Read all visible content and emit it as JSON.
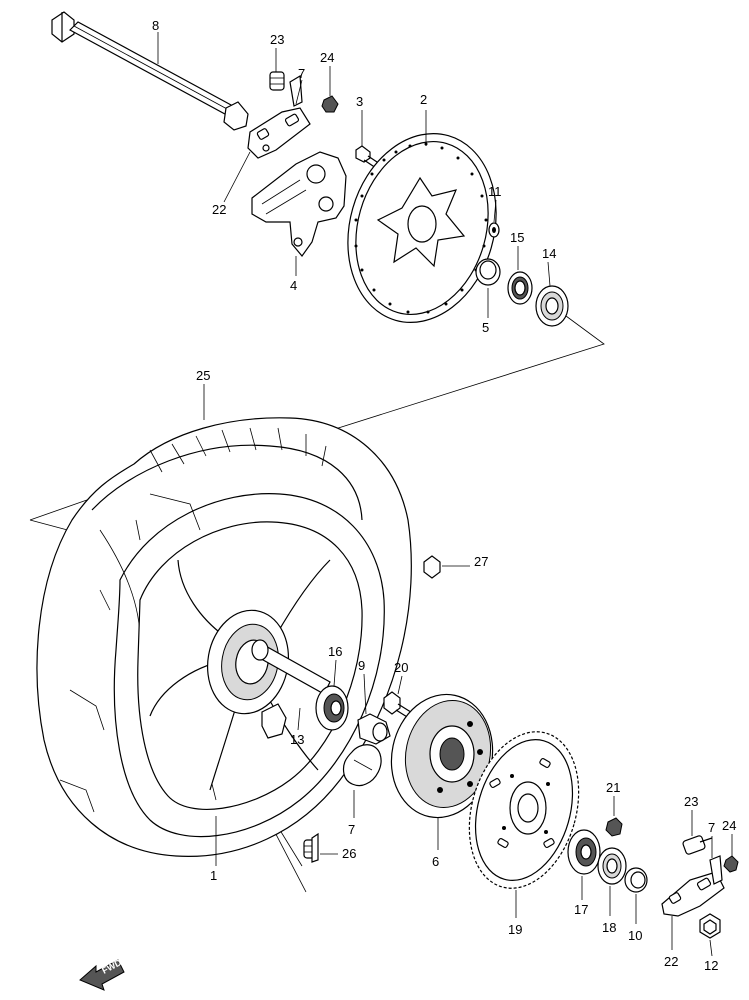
{
  "callouts": [
    "8",
    "23",
    "7",
    "24",
    "3",
    "2",
    "22",
    "4",
    "11",
    "15",
    "14",
    "5",
    "25",
    "27",
    "16",
    "9",
    "20",
    "13",
    "7",
    "1",
    "26",
    "6",
    "21",
    "23",
    "7",
    "24",
    "17",
    "18",
    "10",
    "19",
    "22",
    "12"
  ],
  "fwd_label": "FWD"
}
